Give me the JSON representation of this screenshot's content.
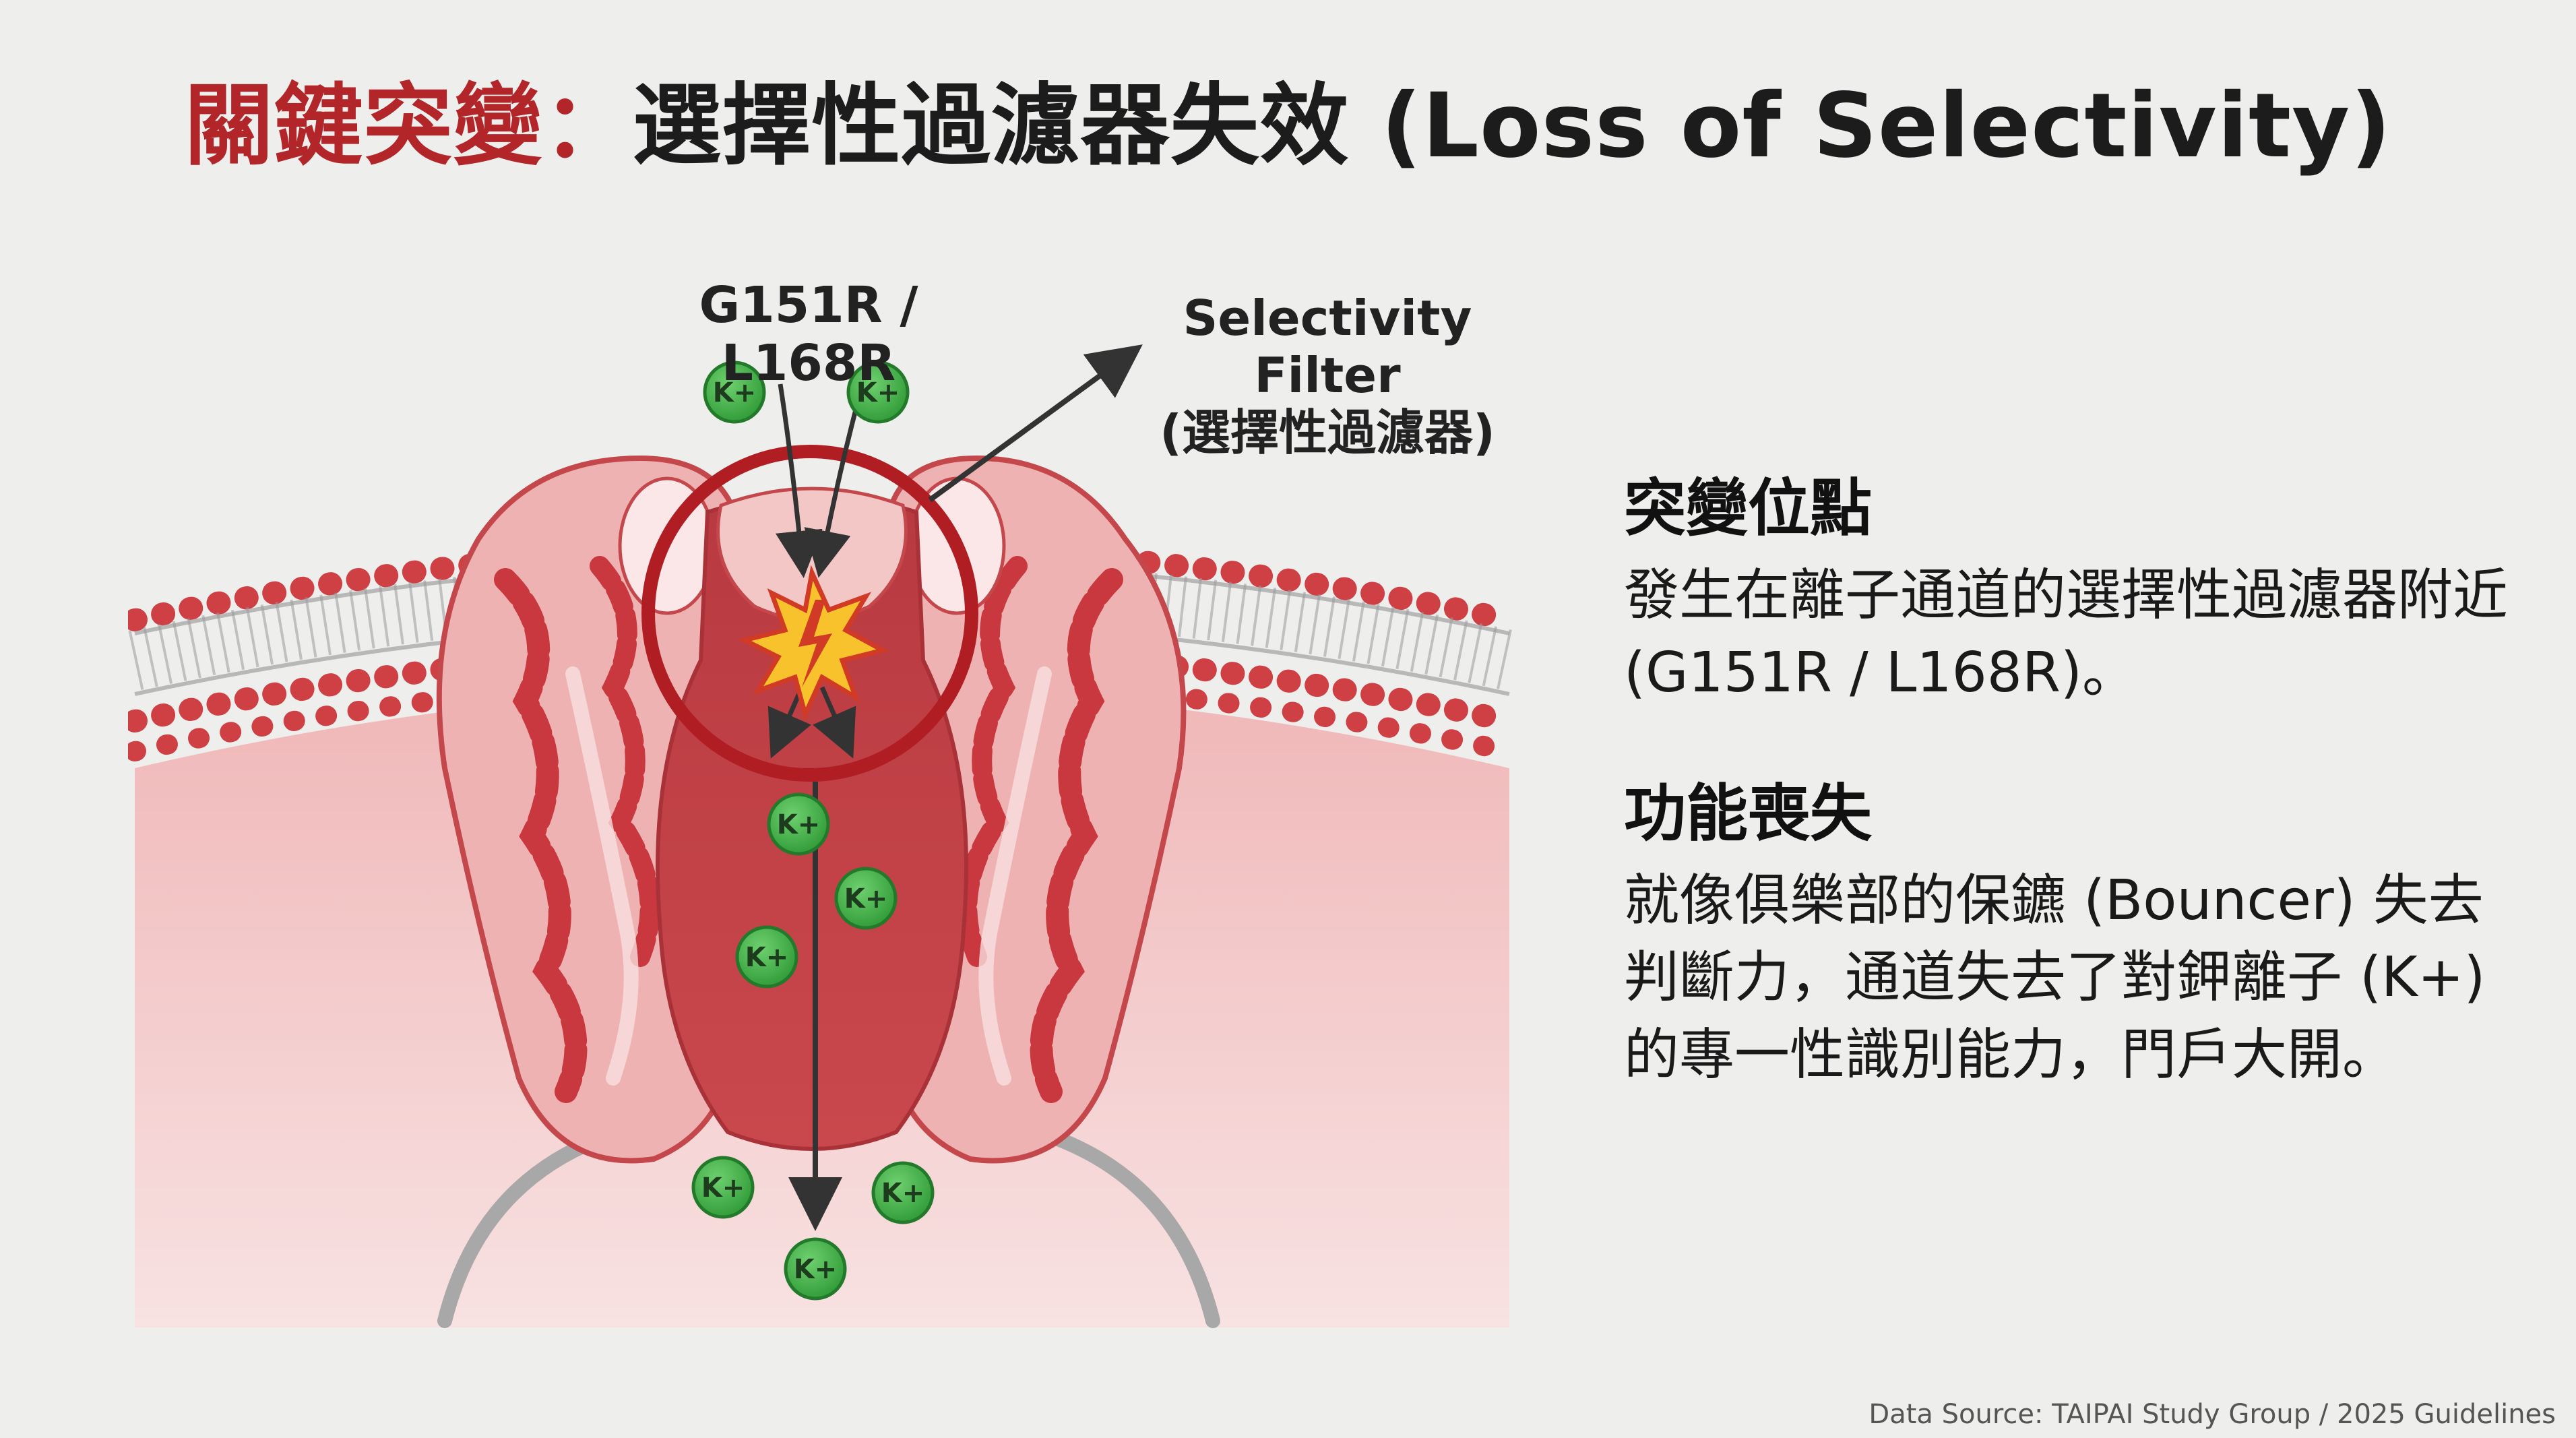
{
  "title": {
    "accent": "關鍵突變：",
    "main": "選擇性過濾器失效 (Loss of Selectivity)"
  },
  "diagram": {
    "mutation_label": "G151R / L168R",
    "filter_label_en": "Selectivity Filter",
    "filter_label_zh": "(選擇性過濾器)",
    "ion_label": "K+"
  },
  "info": {
    "heading_1": "突變位點",
    "body_1": "發生在離子通道的選擇性過濾器附近 (G151R / L168R)。",
    "heading_2": "功能喪失",
    "body_2": "就像俱樂部的保鑣 (Bouncer) 失去判斷力，通道失去了對鉀離子 (K+) 的專一性識別能力，門戶大開。"
  },
  "footer": "Data Source: TAIPAI Study Group / 2025 Guidelines",
  "colors": {
    "accent": "#b2262a",
    "membrane_head": "#cf4045",
    "ion_fill": "#3fae45",
    "channel": "#d45a5e",
    "cytoplasm": "#f1c6c6"
  }
}
